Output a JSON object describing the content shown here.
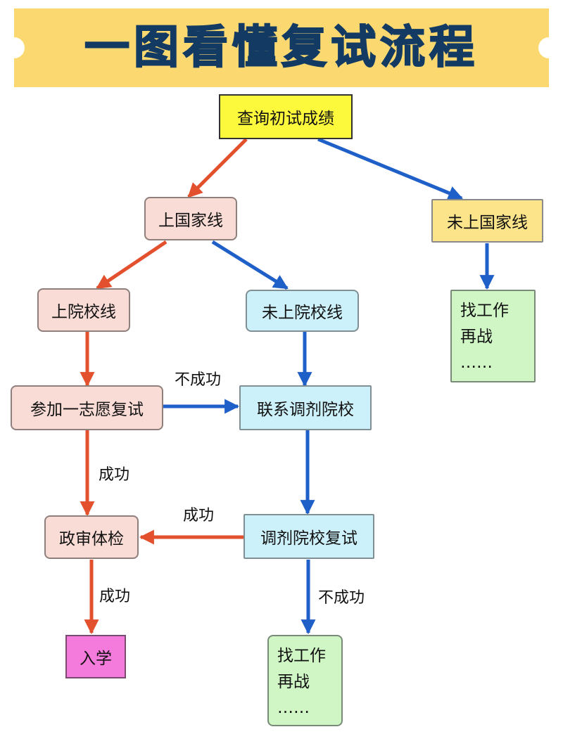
{
  "title": "一图看懂复试流程",
  "colors": {
    "success_arrow": "#e2502e",
    "fail_arrow": "#1f5fc8",
    "title": "#123a63",
    "banner": "#fbd970"
  },
  "nodes": {
    "query": "查询初试成绩",
    "above_national": "上国家线",
    "below_national": "未上国家线",
    "above_school": "上院校线",
    "below_school": "未上院校线",
    "first_choice_retest": "参加一志愿复试",
    "contact_adjust": "联系调剂院校",
    "background_check": "政审体检",
    "adjust_retest": "调剂院校复试",
    "enroll": "入学",
    "job_again_right": {
      "line1": "找工作",
      "line2": "再战",
      "line3": "……"
    },
    "job_again_bottom": {
      "line1": "找工作",
      "line2": "再战",
      "line3": "……"
    }
  },
  "edge_labels": {
    "first_choice_fail": "不成功",
    "first_choice_success": "成功",
    "adjust_success": "成功",
    "check_success": "成功",
    "adjust_fail": "不成功"
  }
}
